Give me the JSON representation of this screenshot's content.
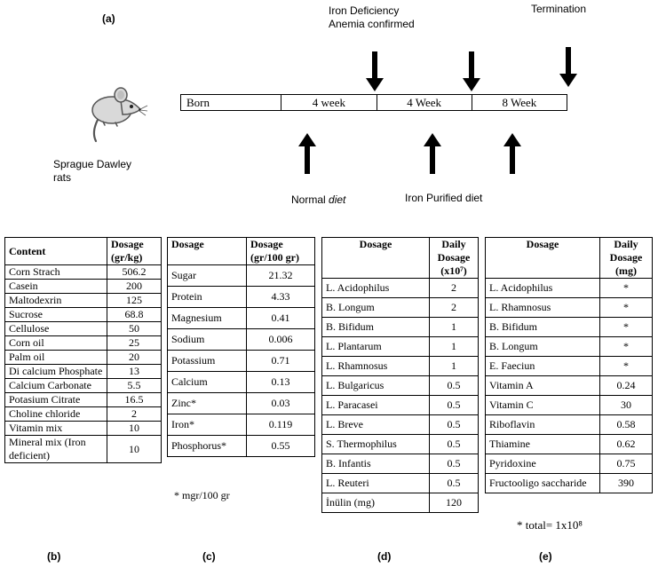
{
  "panel_labels": {
    "a": "(a)",
    "b": "(b)",
    "c": "(c)",
    "d": "(d)",
    "e": "(e)"
  },
  "rat_label": "Sprague Dawley rats",
  "top_annotations": {
    "anemia": [
      "Iron Deficiency",
      "Anemia confirmed"
    ],
    "termination": "Termination"
  },
  "timeline": [
    "Born",
    "4 week",
    "4 Week",
    "8 Week"
  ],
  "bottom_annotations": {
    "normal_prefix": "Normal ",
    "normal_italic": "diet",
    "iron": "Iron Purified diet"
  },
  "table_b": {
    "headers": [
      "Content",
      "Dosage (gr/kg)"
    ],
    "rows": [
      [
        "Corn Strach",
        "506.2"
      ],
      [
        "Casein",
        "200"
      ],
      [
        "Maltodexrin",
        "125"
      ],
      [
        "Sucrose",
        "68.8"
      ],
      [
        "Cellulose",
        "50"
      ],
      [
        "Corn oil",
        "25"
      ],
      [
        "Palm oil",
        "20"
      ],
      [
        "Di calcium Phosphate",
        "13"
      ],
      [
        "Calcium Carbonate",
        "5.5"
      ],
      [
        "Potasium Citrate",
        "16.5"
      ],
      [
        "Choline chloride",
        "2"
      ],
      [
        "Vitamin mix",
        "10"
      ],
      [
        "Mineral mix (Iron deficient)",
        "10"
      ]
    ]
  },
  "table_c": {
    "headers": [
      "Dosage",
      "Dosage (gr/100 gr)"
    ],
    "rows": [
      [
        "Sugar",
        "21.32"
      ],
      [
        "Protein",
        "4.33"
      ],
      [
        "Magnesium",
        "0.41"
      ],
      [
        "Sodium",
        "0.006"
      ],
      [
        "Potassium",
        "0.71"
      ],
      [
        "Calcium",
        "0.13"
      ],
      [
        "Zinc*",
        "0.03"
      ],
      [
        "Iron*",
        "0.119"
      ],
      [
        "Phosphorus*",
        "0.55"
      ]
    ],
    "note": "* mgr/100 gr"
  },
  "table_d": {
    "headers": [
      "Dosage",
      "Daily Dosage (x10⁷)"
    ],
    "rows": [
      [
        "L. Acidophilus",
        "2"
      ],
      [
        "B. Longum",
        "2"
      ],
      [
        "B. Bifidum",
        "1"
      ],
      [
        "L. Plantarum",
        "1"
      ],
      [
        "L. Rhamnosus",
        "1"
      ],
      [
        "L. Bulgaricus",
        "0.5"
      ],
      [
        "L. Paracasei",
        "0.5"
      ],
      [
        "L. Breve",
        "0.5"
      ],
      [
        "S. Thermophilus",
        "0.5"
      ],
      [
        "B. Infantis",
        "0.5"
      ],
      [
        "L. Reuteri",
        "0.5"
      ],
      [
        "İnülin (mg)",
        "120"
      ]
    ]
  },
  "table_e": {
    "headers": [
      "Dosage",
      "Daily Dosage (mg)"
    ],
    "rows": [
      [
        "L. Acidophilus",
        "*"
      ],
      [
        "L. Rhamnosus",
        "*"
      ],
      [
        "B. Bifidum",
        "*"
      ],
      [
        "B. Longum",
        "*"
      ],
      [
        "E. Faeciun",
        "*"
      ],
      [
        "Vitamin A",
        "0.24"
      ],
      [
        "Vitamin C",
        "30"
      ],
      [
        "Riboflavin",
        "0.58"
      ],
      [
        "Thiamine",
        "0.62"
      ],
      [
        "Pyridoxine",
        "0.75"
      ],
      [
        "Fructooligo saccharide",
        "390"
      ]
    ],
    "note": "* total= 1x10⁸"
  },
  "colors": {
    "rat_body": "#d9d9d9",
    "rat_outline": "#555555",
    "arrow": "#000000"
  },
  "icons": [
    "rat-icon",
    "arrow-down-icon",
    "arrow-up-icon"
  ]
}
